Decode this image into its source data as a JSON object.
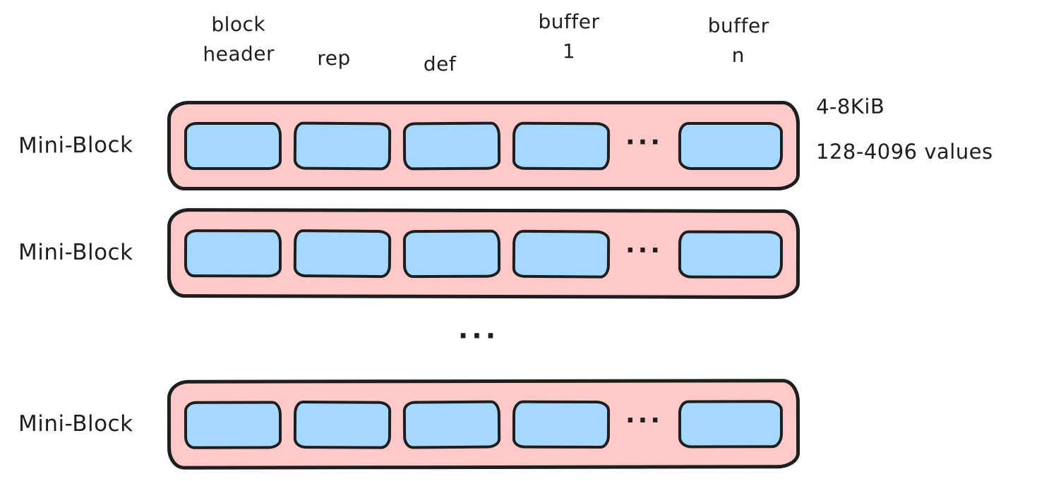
{
  "diagram": {
    "column_labels": [
      {
        "id": "block-header",
        "text": "block\nheader"
      },
      {
        "id": "rep",
        "text": "rep"
      },
      {
        "id": "def",
        "text": "def"
      },
      {
        "id": "buffer-1",
        "text": "buffer\n1"
      },
      {
        "id": "buffer-n",
        "text": "buffer\nn"
      }
    ],
    "rows": [
      {
        "label": "Mini-Block"
      },
      {
        "label": "Mini-Block"
      },
      {
        "label": "Mini-Block"
      }
    ],
    "buffer_ellipsis": "...",
    "rows_ellipsis": "...",
    "annotations": {
      "size": "4-8KiB",
      "values": "128-4096 values"
    }
  },
  "colors": {
    "container_fill": "#ffc9c9",
    "buffer_fill": "#a5d8ff",
    "stroke": "#1e1e1e",
    "text": "#1e1e1e",
    "background": "#ffffff"
  }
}
